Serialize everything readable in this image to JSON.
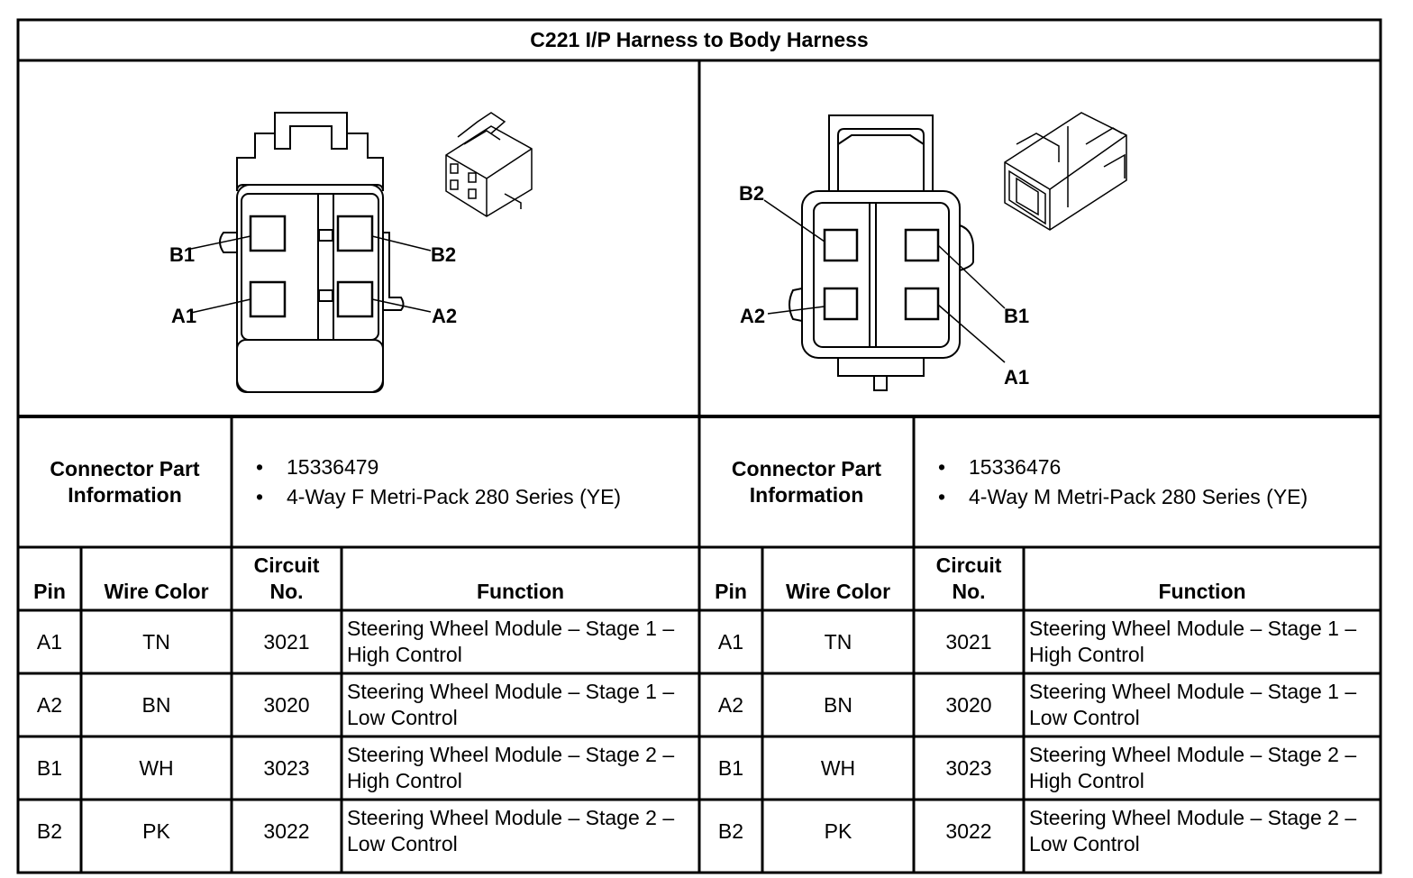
{
  "title": "C221 I/P Harness to Body Harness",
  "left": {
    "pin_labels": {
      "b1": "B1",
      "a1": "A1",
      "b2": "B2",
      "a2": "A2"
    },
    "info_label": "Connector Part Information",
    "bullets": [
      "15336479",
      "4-Way F Metri-Pack 280 Series (YE)"
    ],
    "headers": {
      "pin": "Pin",
      "wire_color": "Wire Color",
      "circuit": "Circuit No.",
      "function": "Function"
    },
    "rows": [
      {
        "pin": "A1",
        "color": "TN",
        "circuit": "3021",
        "function": "Steering Wheel Module – Stage 1 – High Control"
      },
      {
        "pin": "A2",
        "color": "BN",
        "circuit": "3020",
        "function": "Steering Wheel Module – Stage 1 – Low Control"
      },
      {
        "pin": "B1",
        "color": "WH",
        "circuit": "3023",
        "function": "Steering Wheel Module – Stage 2 – High Control"
      },
      {
        "pin": "B2",
        "color": "PK",
        "circuit": "3022",
        "function": "Steering Wheel Module – Stage 2 – Low Control"
      }
    ]
  },
  "right": {
    "pin_labels": {
      "b2": "B2",
      "a2": "A2",
      "b1": "B1",
      "a1": "A1"
    },
    "info_label": "Connector Part Information",
    "bullets": [
      "15336476",
      "4-Way M Metri-Pack 280 Series (YE)"
    ],
    "headers": {
      "pin": "Pin",
      "wire_color": "Wire Color",
      "circuit": "Circuit No.",
      "function": "Function"
    },
    "rows": [
      {
        "pin": "A1",
        "color": "TN",
        "circuit": "3021",
        "function": "Steering Wheel Module – Stage 1 – High Control"
      },
      {
        "pin": "A2",
        "color": "BN",
        "circuit": "3020",
        "function": "Steering Wheel Module – Stage 1 – Low Control"
      },
      {
        "pin": "B1",
        "color": "WH",
        "circuit": "3023",
        "function": "Steering Wheel Module – Stage 2 – High Control"
      },
      {
        "pin": "B2",
        "color": "PK",
        "circuit": "3022",
        "function": "Steering Wheel Module – Stage 2 – Low Control"
      }
    ]
  },
  "bullet_glyph": "•"
}
